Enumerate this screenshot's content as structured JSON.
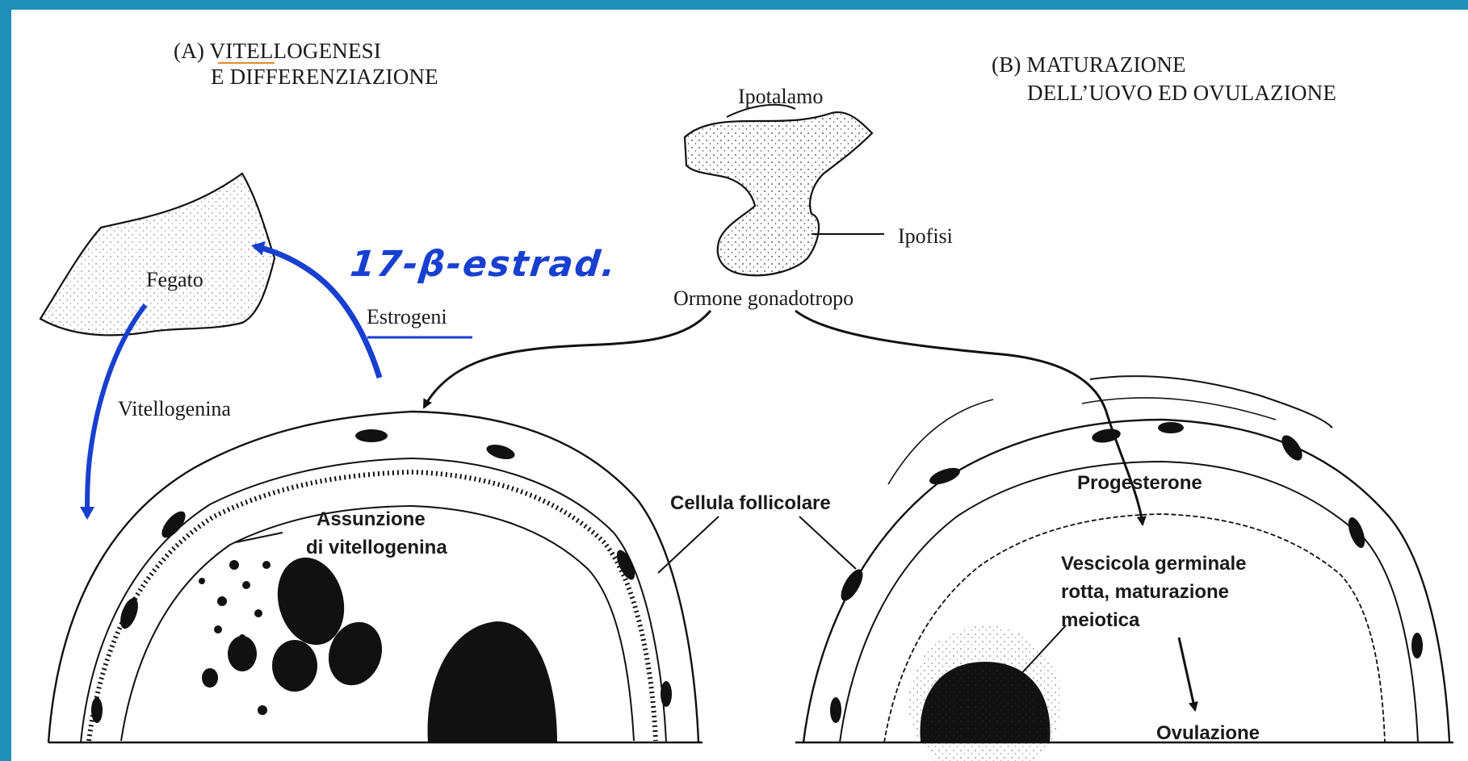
{
  "panels": {
    "a_title_line1": "(A) VITELLOGENESI",
    "a_title_line2": "E DIFFERENZIAZIONE",
    "b_title_line1": "(B) MATURAZIONE",
    "b_title_line2": "DELL’UOVO ED OVULAZIONE"
  },
  "labels": {
    "ipotalamo": "Ipotalamo",
    "ipofisi": "Ipofisi",
    "ormone": "Ormone gonadotropo",
    "fegato": "Fegato",
    "estrogeni": "Estrogeni",
    "vitellogenina": "Vitellogenina",
    "assunzione_line1": "Assunzione",
    "assunzione_line2": "di vitellogenina",
    "cellula_follicolare": "Cellula follicolare",
    "progesterone": "Progesterone",
    "vescicola_line1": "Vescicola germinale",
    "vescicola_line2": "rotta, maturazione",
    "vescicola_line3": "meiotica",
    "ovulazione": "Ovulazione"
  },
  "annotations": {
    "handwritten": "17-β-estrad."
  },
  "colors": {
    "frame": "#1e8fb8",
    "ink": "#111111",
    "pen_blue": "#1840d0"
  }
}
